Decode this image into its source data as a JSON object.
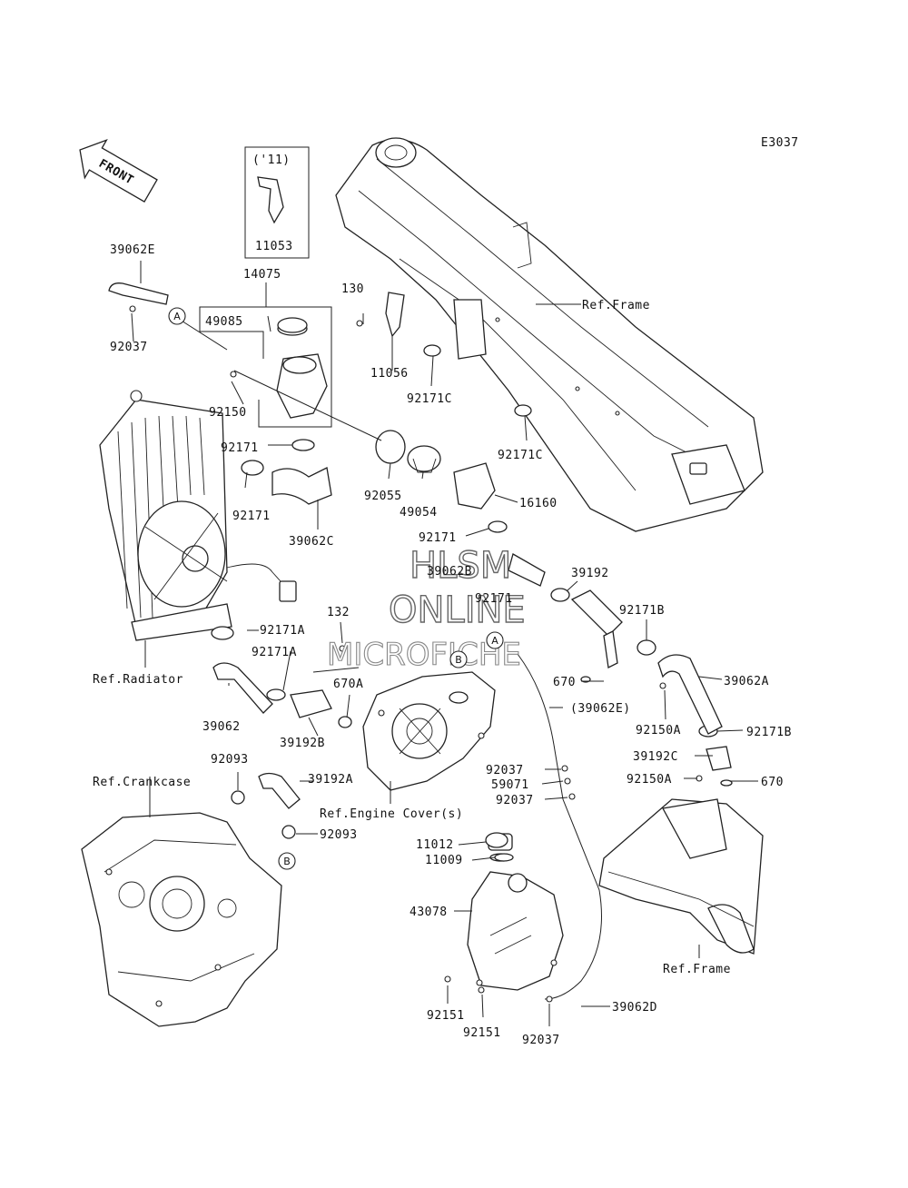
{
  "diagram_code": "E3037",
  "front_arrow": "FRONT",
  "year_box": "('11)",
  "watermark": [
    "HLSM",
    "ONLINE",
    "MICROFICHE"
  ],
  "markers": [
    "A",
    "A",
    "B",
    "B"
  ],
  "refs": {
    "frame_top": "Ref.Frame",
    "frame_bottom": "Ref.Frame",
    "radiator": "Ref.Radiator",
    "crankcase": "Ref.Crankcase",
    "engine_cover": "Ref.Engine Cover(s)"
  },
  "parts": [
    "39062E",
    "92037",
    "14075",
    "49085",
    "11053",
    "130",
    "11056",
    "92171C",
    "92150",
    "92171",
    "92171",
    "92055",
    "49054",
    "16160",
    "39062C",
    "92171C",
    "92171",
    "39062B",
    "92171",
    "39192",
    "92171B",
    "132",
    "92171A",
    "92171A",
    "670A",
    "670",
    "39062A",
    "39062",
    "39192B",
    "(39062E)",
    "92150A",
    "92171B",
    "39192C",
    "92150A",
    "670",
    "92093",
    "39192A",
    "92037",
    "59071",
    "92037",
    "92093",
    "11012",
    "11009",
    "43078",
    "92151",
    "92151",
    "92037",
    "39062D"
  ]
}
